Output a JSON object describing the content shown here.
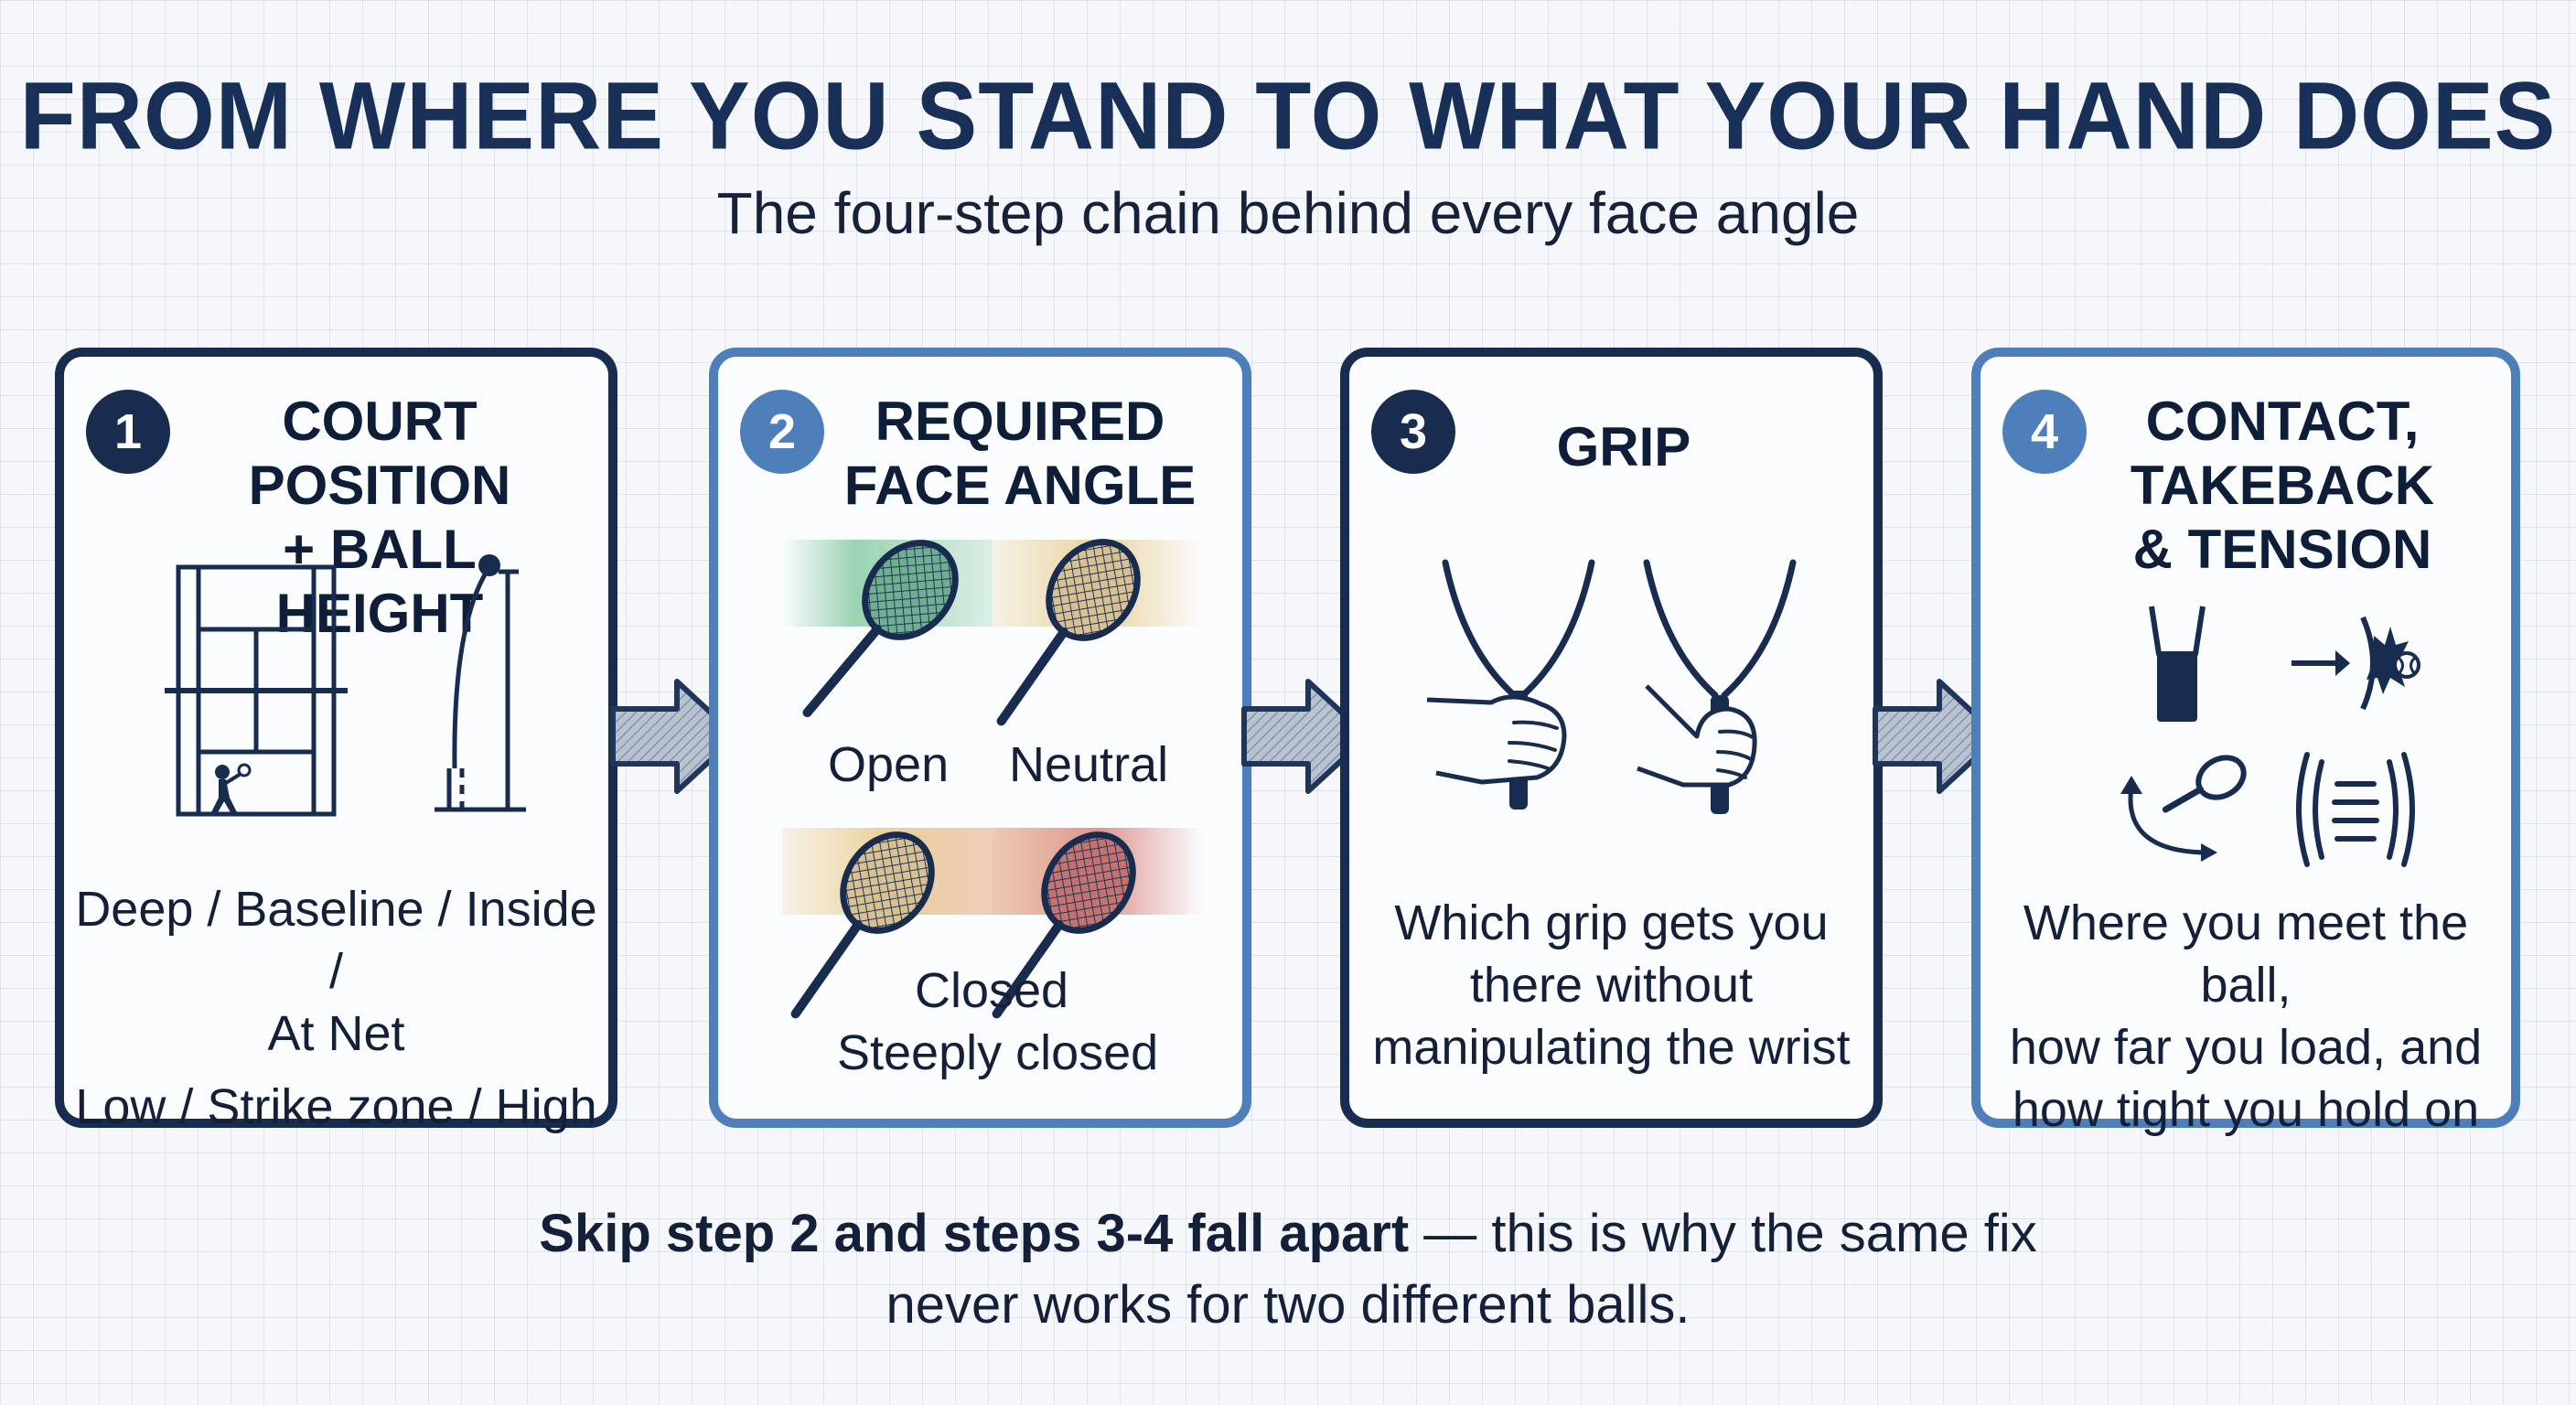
{
  "title": "FROM WHERE YOU STAND TO WHAT YOUR HAND DOES",
  "subtitle": "The four-step chain behind every face angle",
  "colors": {
    "dark_navy": "#172c4f",
    "mid_blue": "#4f7fba",
    "open_green": "#7bc59b",
    "neutral_amber": "#e6c98a",
    "closed_red": "#d8847c"
  },
  "steps": [
    {
      "number": "1",
      "heading": [
        "COURT POSITION",
        "+ BALL HEIGHT"
      ],
      "desc_line1": "Deep / Baseline / Inside /",
      "desc_line2": "At Net",
      "desc_line3": "Low / Strike zone / High",
      "icons": [
        "tennis-court-diagram-icon",
        "ball-height-gauge-icon"
      ]
    },
    {
      "number": "2",
      "heading": [
        "REQUIRED",
        "FACE ANGLE"
      ],
      "angles": [
        "Open",
        "Neutral",
        "Closed",
        "Steeply closed"
      ],
      "icons": [
        "racket-open-icon",
        "racket-neutral-icon",
        "racket-closed-icon",
        "racket-steeply-closed-icon"
      ]
    },
    {
      "number": "3",
      "heading": [
        "GRIP"
      ],
      "desc": [
        "Which grip gets you",
        "there without",
        "manipulating the wrist"
      ],
      "icons": [
        "grip-hand-left-icon",
        "grip-hand-right-icon"
      ]
    },
    {
      "number": "4",
      "heading": [
        "CONTACT,",
        "TAKEBACK",
        "& TENSION"
      ],
      "desc": [
        "Where you meet the ball,",
        "how far you load, and",
        "how tight you hold on"
      ],
      "icons": [
        "body-stance-icon",
        "ball-contact-impact-icon",
        "takeback-swing-icon",
        "muscle-tension-icon"
      ]
    }
  ],
  "footer": {
    "bold": "Skip step 2 and steps 3-4 fall apart",
    "rest": " — this is why the same fix",
    "line2": "never works for two different balls."
  }
}
